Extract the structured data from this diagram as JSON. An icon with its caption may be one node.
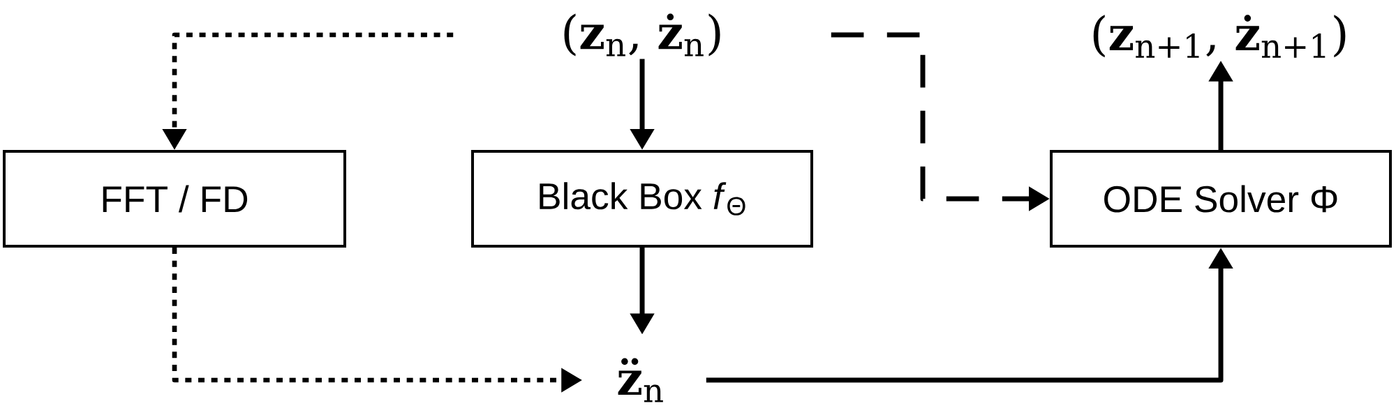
{
  "diagram": {
    "nodes": [
      {
        "text": [
          "(**z**$_{n}$, **ż**$_{n}$)"
        ]
      },
      {
        "text": [
          "(**z**$_{n+1}$, **ż**$_{n+1}$)"
        ]
      },
      {
        "text": [
          "FFT / FD"
        ]
      },
      {
        "text": [
          "Black Box *f*$_{Θ}$"
        ]
      },
      {
        "text": [
          "ODE Solver Φ"
        ]
      },
      {
        "text": [
          "**z̈**$_{n}$"
        ]
      }
    ],
    "edges": [
      {
        "from": 0,
        "to": 2,
        "arrow": "to",
        "style": "dashed"
      },
      {
        "from": 0,
        "to": 3,
        "arrow": "to"
      },
      {
        "from": 0,
        "to": 4,
        "arrow": "to",
        "style": "dashed"
      },
      {
        "from": 2,
        "to": 5,
        "arrow": "to",
        "style": "dashed"
      },
      {
        "from": 3,
        "to": 5,
        "arrow": "to"
      },
      {
        "from": 5,
        "to": 4,
        "arrow": "to"
      },
      {
        "from": 4,
        "to": 1,
        "arrow": "to"
      }
    ]
  }
}
